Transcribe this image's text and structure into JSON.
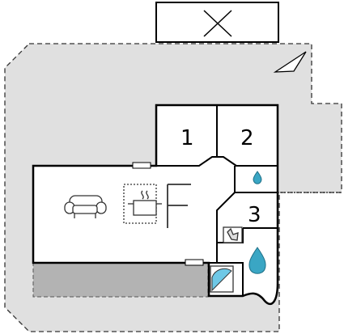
{
  "colors": {
    "background": "#ffffff",
    "terrace": "#e0e0e0",
    "covered_area": "#b3b3b3",
    "wall": "#000000",
    "fixture_stroke": "#333333",
    "water": "#3aa6c4",
    "shower_glass": "#6ec8e6"
  },
  "rooms": {
    "room_1": "1",
    "room_2": "2",
    "room_3": "3"
  },
  "icons": {
    "north": "compass-arrow-icon",
    "not_accessible": "cross-icon",
    "sofa": "sofa-icon",
    "stove": "stove-pot-icon",
    "fireplace": "fireplace-icon",
    "sink_room2": "water-drop-icon",
    "washbasin": "washbasin-icon",
    "sink_bath": "water-drop-icon",
    "shower": "shower-icon"
  }
}
